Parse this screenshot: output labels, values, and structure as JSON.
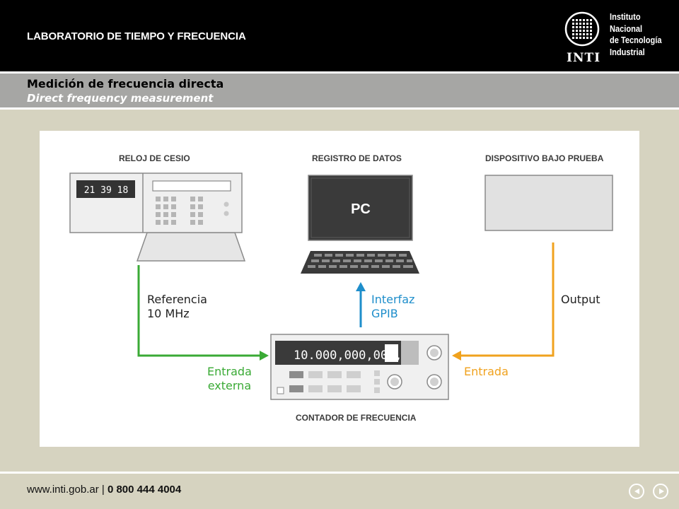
{
  "header": {
    "lab_title": "LABORATORIO DE TIEMPO Y FRECUENCIA",
    "logo_text_lines": [
      "Instituto",
      "Nacional",
      "de Tecnología",
      "Industrial"
    ],
    "logo_abbrev": "INTI"
  },
  "subtitle": {
    "spanish": "Medición de frecuencia directa",
    "english": "Direct frequency measurement"
  },
  "diagram": {
    "devices": {
      "cesium_clock": "RELOJ DE CESIO",
      "data_logger": "REGISTRO DE DATOS",
      "dut": "DISPOSITIVO BAJO PRUEBA",
      "counter": "CONTADOR DE FRECUENCIA"
    },
    "clock_display": "21 39 18",
    "pc_label": "PC",
    "counter_display": "10.000,000,000,0",
    "connections": {
      "reference_line1": "Referencia",
      "reference_line2": "10 MHz",
      "interface_line1": "Interfaz",
      "interface_line2": "GPIB",
      "output": "Output",
      "external_input_line1": "Entrada",
      "external_input_line2": "externa",
      "input": "Entrada"
    },
    "colors": {
      "reference": "#3aaa35",
      "interface": "#1e8ecb",
      "output": "#f0a21e"
    }
  },
  "footer": {
    "website": "www.inti.gob.ar",
    "separator": " | ",
    "phone": "0 800 444 4004",
    "prev_icon": "triangle-left-icon",
    "next_icon": "triangle-right-icon"
  }
}
